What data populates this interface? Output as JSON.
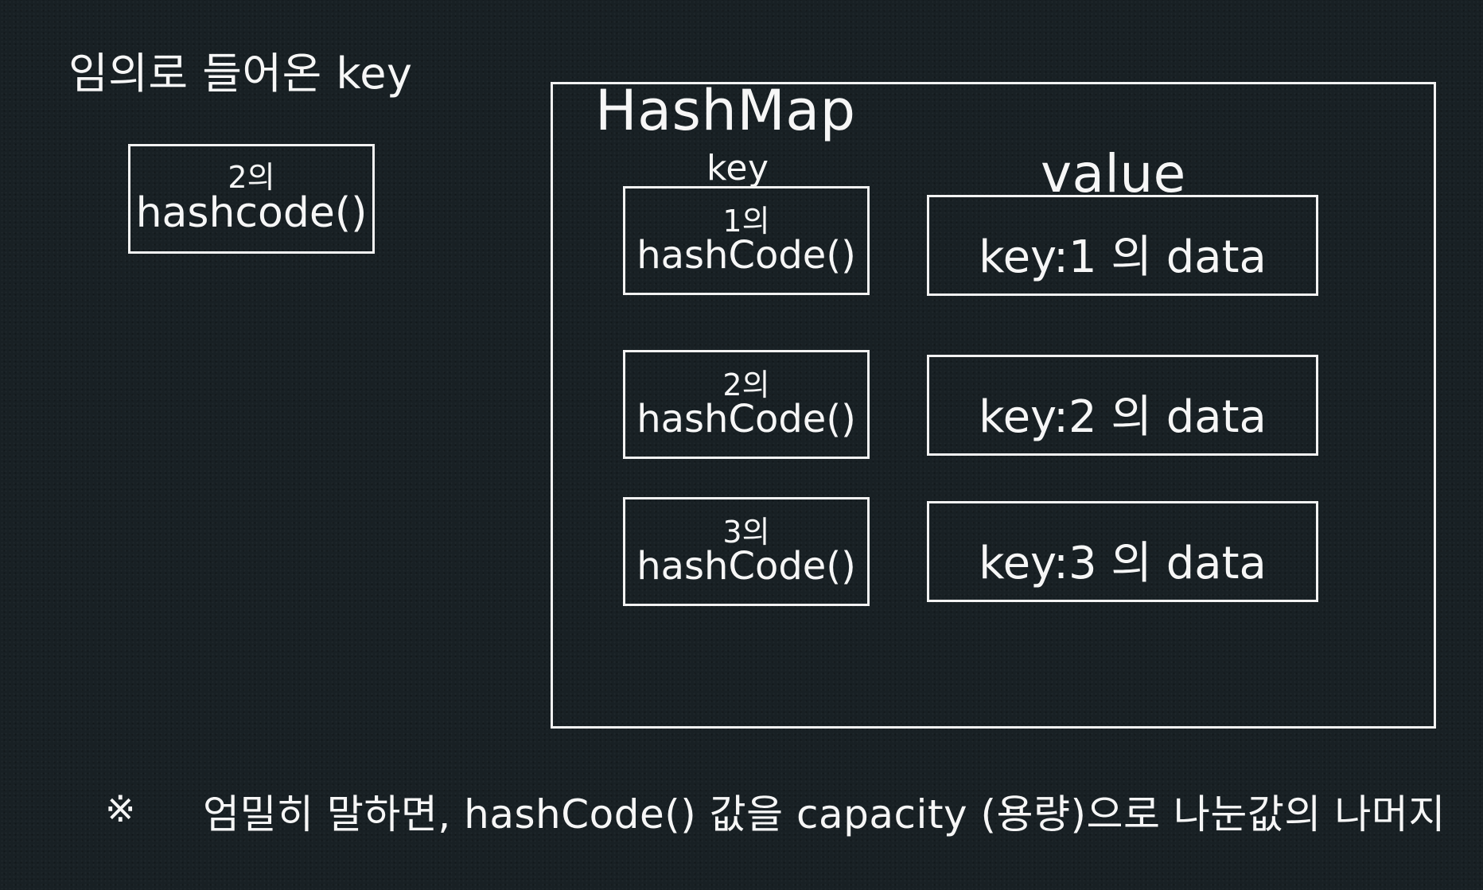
{
  "incoming": {
    "label": "임의로 들어온 key",
    "box_line1": "2의",
    "box_line2": "hashcode()"
  },
  "hashmap": {
    "title": "HashMap",
    "key_header": "key",
    "value_header": "value",
    "entries": [
      {
        "key_line1": "1의",
        "key_line2": "hashCode()",
        "value": "key:1 의 data"
      },
      {
        "key_line1": "2의",
        "key_line2": "hashCode()",
        "value": "key:2 의 data"
      },
      {
        "key_line1": "3의",
        "key_line2": "hashCode()",
        "value": "key:3 의 data"
      }
    ]
  },
  "footnote": {
    "mark": "※",
    "text": "엄밀히 말하면, hashCode() 값을 capacity (용량)으로 나눈값의 나머지"
  }
}
